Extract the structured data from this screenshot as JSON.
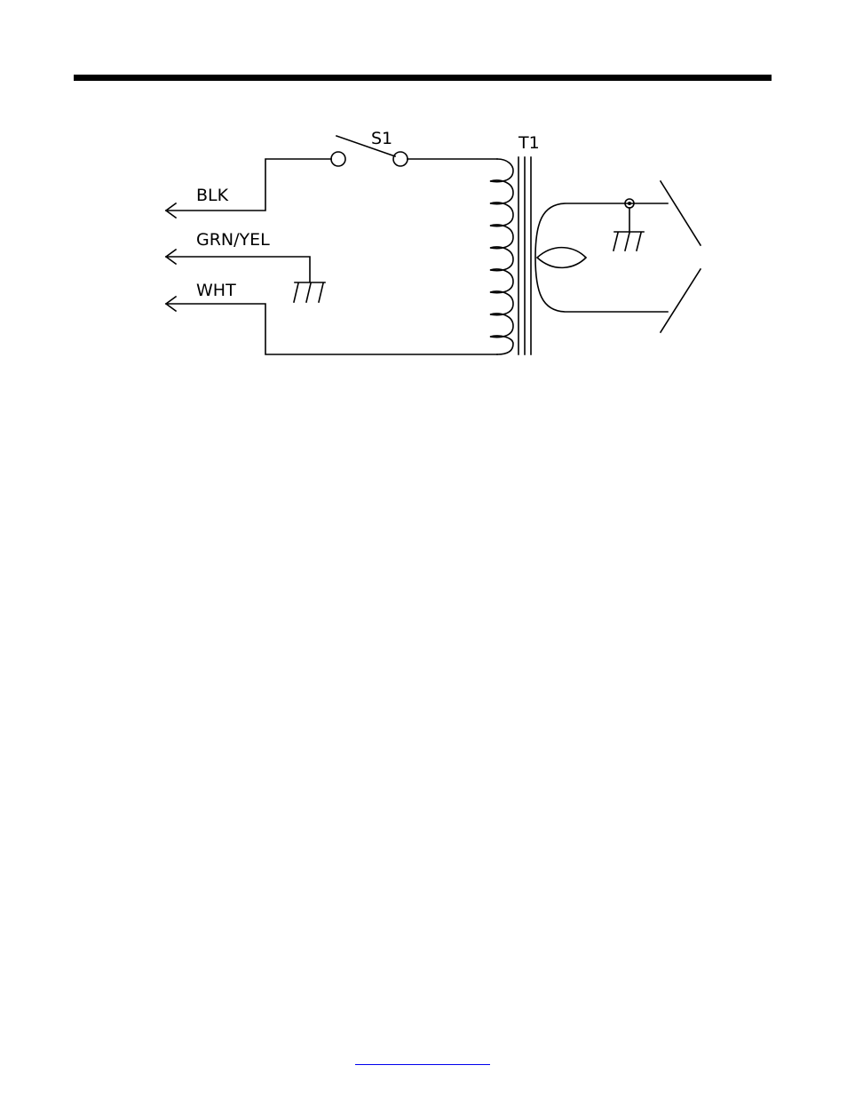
{
  "diagram": {
    "labels": {
      "switch": "S1",
      "transformer": "T1",
      "hot_lead": "BLK",
      "ground_lead": "GRN/YEL",
      "neutral_lead": "WHT"
    }
  },
  "footer": {
    "link_text": ""
  },
  "colors": {
    "ink": "#000000",
    "link": "#0000ee"
  }
}
